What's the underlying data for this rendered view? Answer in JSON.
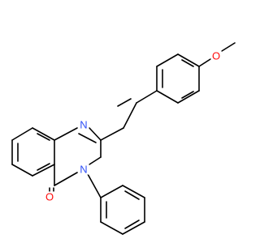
{
  "molecule": {
    "name": "",
    "colors": {
      "bond": "#000000",
      "nitrogen": "#3050F8",
      "oxygen": "#FF0D0D",
      "carbon_label": "#000000",
      "background": "#FFFFFF"
    },
    "labels": {
      "n1": "N",
      "n3": "N",
      "o_carbonyl": "O",
      "o_methoxy": "O"
    }
  }
}
